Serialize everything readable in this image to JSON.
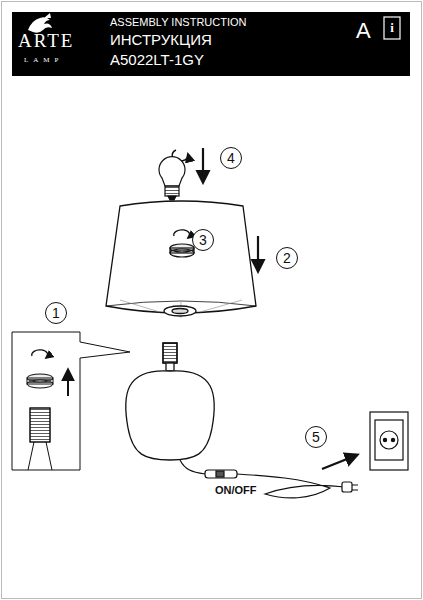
{
  "diagram": {
    "nodes": [
      {
        "text": [
          "ARTE",
          "LAMP",
          "ASSEMBLY INSTRUCTION",
          "ИНСТРУКЦИЯ",
          "A5022LT-1GY",
          "A"
        ]
      },
      {
        "text": [
          "i"
        ],
        "in": 0
      },
      {
        "text": [
          "1"
        ]
      },
      {
        "text": [
          "2"
        ]
      },
      {
        "text": [
          "3"
        ]
      },
      {
        "text": [
          "4"
        ]
      },
      {
        "text": [
          "5"
        ]
      }
    ],
    "labels": [
      "ON/OFF"
    ]
  }
}
